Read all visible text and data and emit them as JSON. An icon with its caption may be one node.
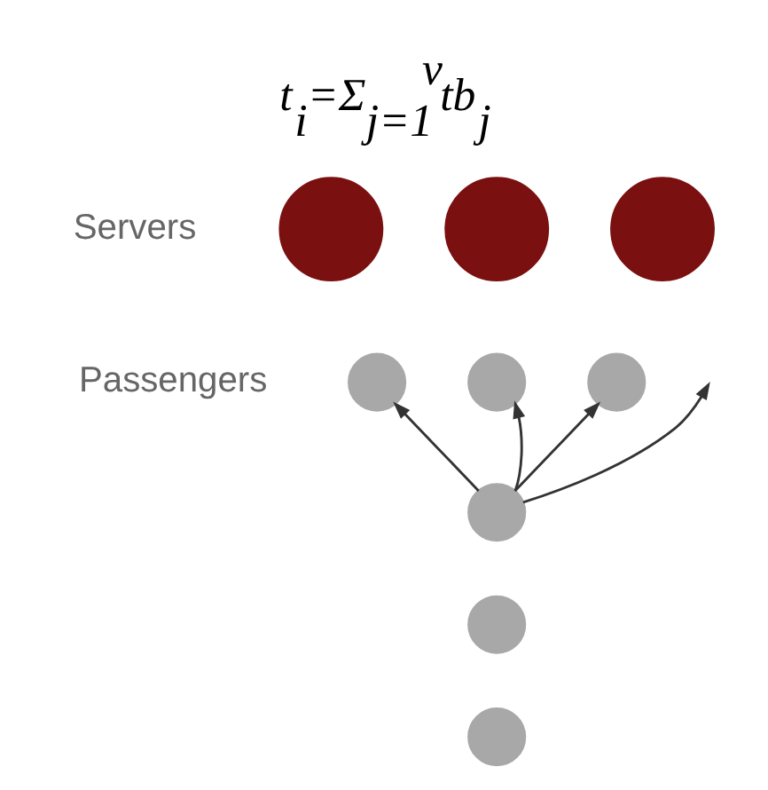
{
  "diagram": {
    "title": "t$_{i}$=Σ$_{j=1}$$^{v}$tb$_{j}$",
    "nodes": [
      {
        "text": [],
        "shape": "circle"
      },
      {
        "text": [],
        "shape": "circle"
      },
      {
        "text": [],
        "shape": "circle"
      },
      {
        "text": [],
        "shape": "circle"
      },
      {
        "text": [],
        "shape": "circle"
      },
      {
        "text": [],
        "shape": "circle"
      },
      {
        "text": [],
        "shape": "circle"
      },
      {
        "text": [],
        "shape": "circle"
      },
      {
        "text": [],
        "shape": "circle"
      }
    ],
    "edges": [
      {
        "from": 6,
        "to": 3,
        "arrow": "to"
      },
      {
        "from": 6,
        "to": 4,
        "arrow": "to"
      },
      {
        "from": 6,
        "to": 5,
        "arrow": "to"
      },
      {
        "from": 6,
        "to": null,
        "arrow": "to"
      }
    ],
    "labels": [
      "Servers",
      "Passengers"
    ]
  }
}
